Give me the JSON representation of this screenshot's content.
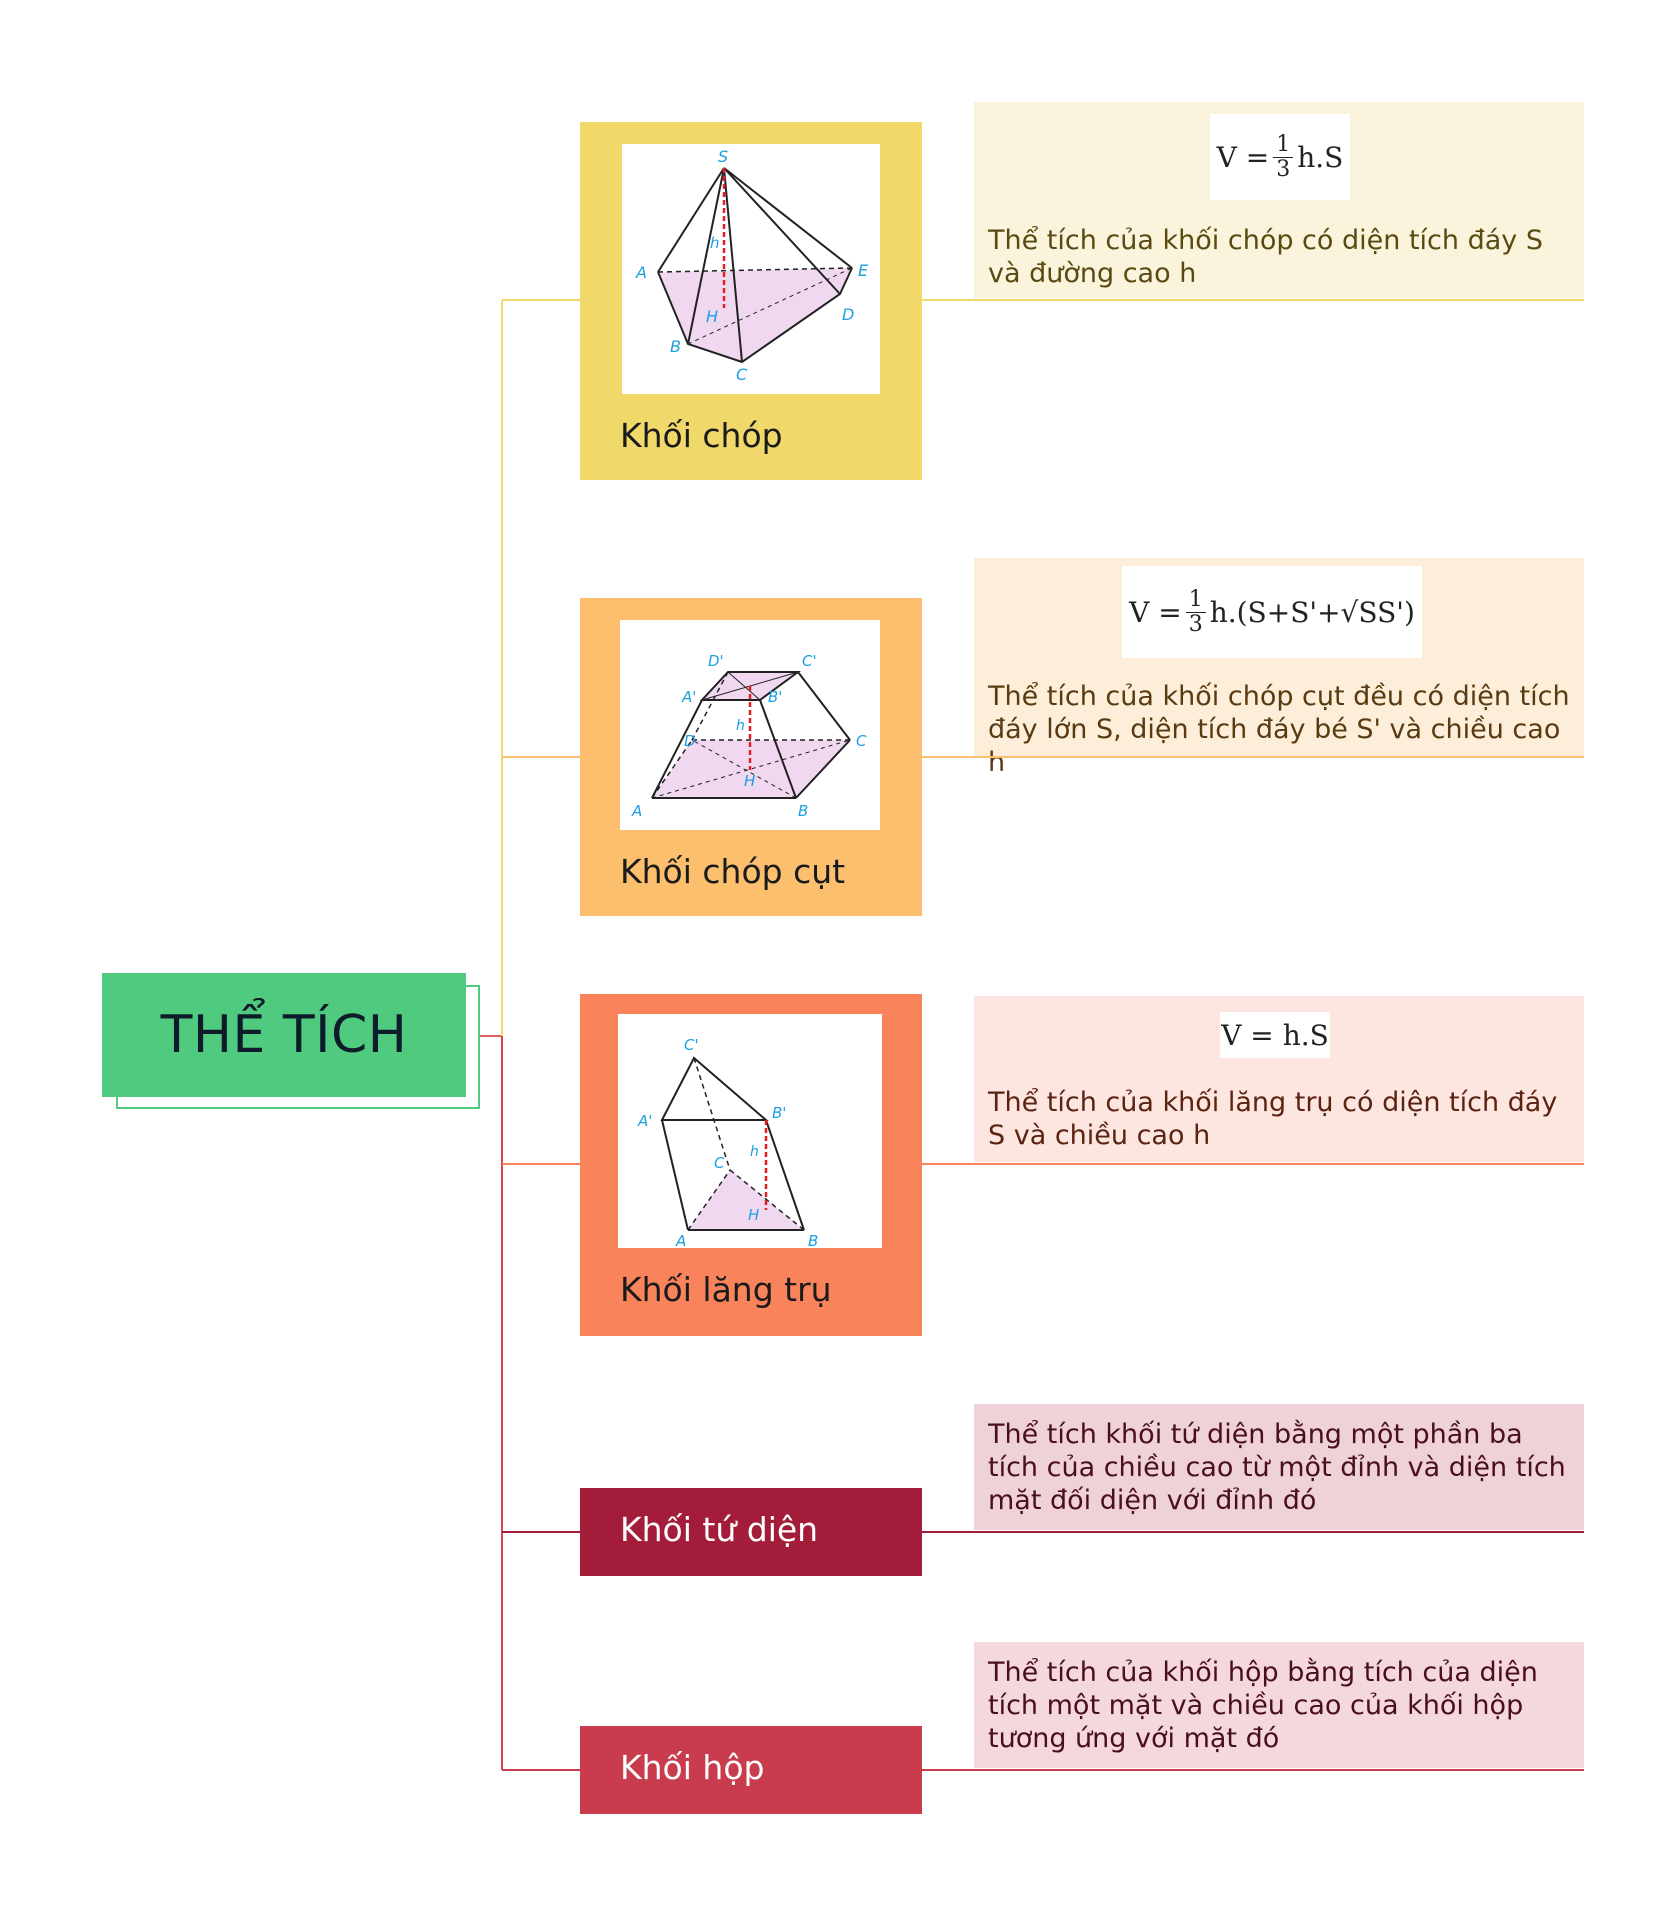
{
  "root": {
    "label": "THỂ TÍCH"
  },
  "branches": [
    {
      "label": "Khối chóp",
      "formula": {
        "lhs": "V =",
        "num": "1",
        "den": "3",
        "rhs": "h.S"
      },
      "note": "Thể tích của khối chóp có diện tích đáy S và đường cao h",
      "figure_labels": [
        "S",
        "h",
        "A",
        "E",
        "H",
        "D",
        "B",
        "C"
      ],
      "colors": {
        "card": "#f0d96a",
        "note_bg": "#fbf4dc",
        "note_text": "#5a4a12",
        "line": "#f0d96a"
      }
    },
    {
      "label": "Khối chóp cụt",
      "formula": {
        "lhs": "V =",
        "num": "1",
        "den": "3",
        "rhs": "h.(S+S'+√SS')"
      },
      "note": "Thể tích của khối chóp cụt đều có diện tích đáy lớn S, diện tích đáy bé S' và chiều cao h",
      "figure_labels": [
        "D'",
        "C'",
        "A'",
        "B'",
        "h",
        "D",
        "C",
        "H",
        "A",
        "B"
      ],
      "colors": {
        "card": "#fbbf6e",
        "note_bg": "#fdeed9",
        "note_text": "#5a3a10",
        "line": "#fbbf6e"
      }
    },
    {
      "label": "Khối lăng trụ",
      "formula": {
        "lhs": "V =",
        "rhs": "h.S"
      },
      "note": "Thể tích của khối lăng trụ có diện tích đáy S và chiều cao h",
      "figure_labels": [
        "C'",
        "A'",
        "B'",
        "C",
        "h",
        "H",
        "A",
        "B"
      ],
      "colors": {
        "card": "#f9835a",
        "note_bg": "#fde6df",
        "note_text": "#5a2312",
        "line": "#f9835a"
      }
    },
    {
      "label": "Khối tứ diện",
      "note": "Thể tích khối tứ diện bằng một phần ba tích của chiều cao từ một đỉnh và diện tích mặt đối diện với đỉnh đó",
      "colors": {
        "card": "#a31d3a",
        "note_bg": "#efd1d8",
        "note_text": "#4a0f1c",
        "line": "#a31d3a"
      }
    },
    {
      "label": "Khối hộp",
      "note": "Thể tích của khối hộp bằng tích của diện tích một mặt và chiều cao của khối hộp tương ứng với mặt đó",
      "colors": {
        "card": "#c83c4d",
        "note_bg": "#f4d8dc",
        "note_text": "#4a0f1c",
        "line": "#c83c4d"
      }
    }
  ]
}
